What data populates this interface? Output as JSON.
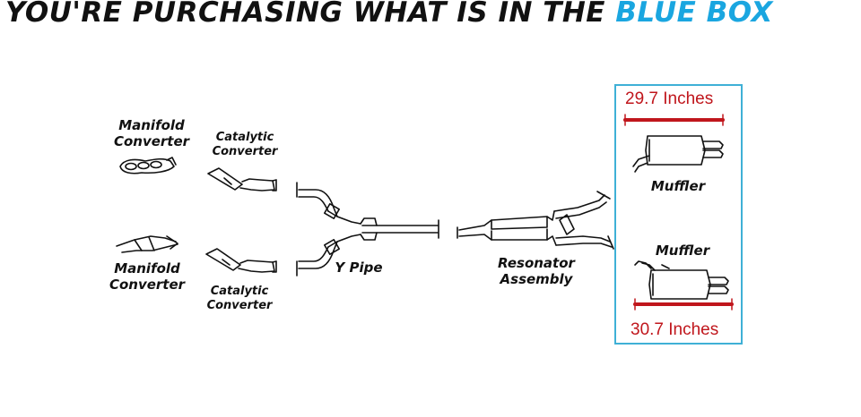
{
  "banner": {
    "prefix": "YOU'RE PURCHASING WHAT IS IN THE",
    "highlight": "BLUE BOX"
  },
  "parts": {
    "manifold_top": {
      "line1": "Manifold",
      "line2": "Converter"
    },
    "manifold_bottom": {
      "line1": "Manifold",
      "line2": "Converter"
    },
    "catalytic_top": {
      "line1": "Catalytic",
      "line2": "Converter"
    },
    "catalytic_bottom": {
      "line1": "Catalytic",
      "line2": "Converter"
    },
    "y_pipe": "Y Pipe",
    "resonator": {
      "line1": "Resonator",
      "line2": "Assembly"
    },
    "muffler_top": "Muffler",
    "muffler_bottom": "Muffler"
  },
  "dimensions": {
    "top": "29.7 Inches",
    "bottom": "30.7 Inches"
  },
  "colors": {
    "highlight_blue": "#1aa6e0",
    "box_border": "#3fb0d6",
    "dimension_red": "#c0161c",
    "line": "#111111"
  }
}
